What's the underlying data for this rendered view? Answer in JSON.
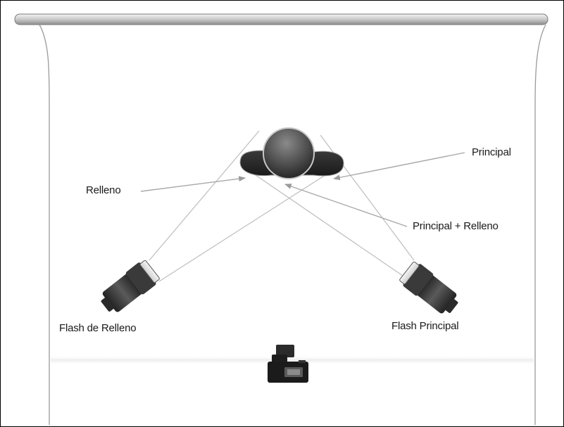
{
  "labels": {
    "principal": "Principal",
    "relleno": "Relleno",
    "principal_relleno": "Principal + Relleno",
    "flash_relleno": "Flash de Relleno",
    "flash_principal": "Flash Principal"
  }
}
